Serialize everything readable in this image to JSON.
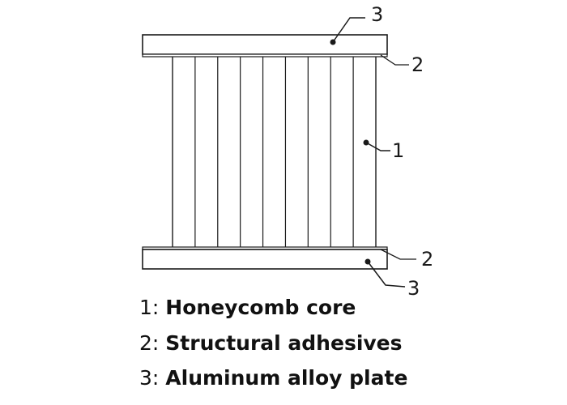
{
  "diagram": {
    "callouts": {
      "top_plate": "3",
      "top_adhesive": "2",
      "core": "1",
      "bottom_adhesive": "2",
      "bottom_plate": "3"
    },
    "core_cells": 9,
    "colors": {
      "line": "#1a1a1a",
      "fill": "#ffffff",
      "adhesive": "#b0b0b0"
    }
  },
  "legend": [
    {
      "number": "1:",
      "term": "Honeycomb core"
    },
    {
      "number": "2:",
      "term": "Structural adhesives"
    },
    {
      "number": "3:",
      "term": "Aluminum alloy plate"
    }
  ]
}
